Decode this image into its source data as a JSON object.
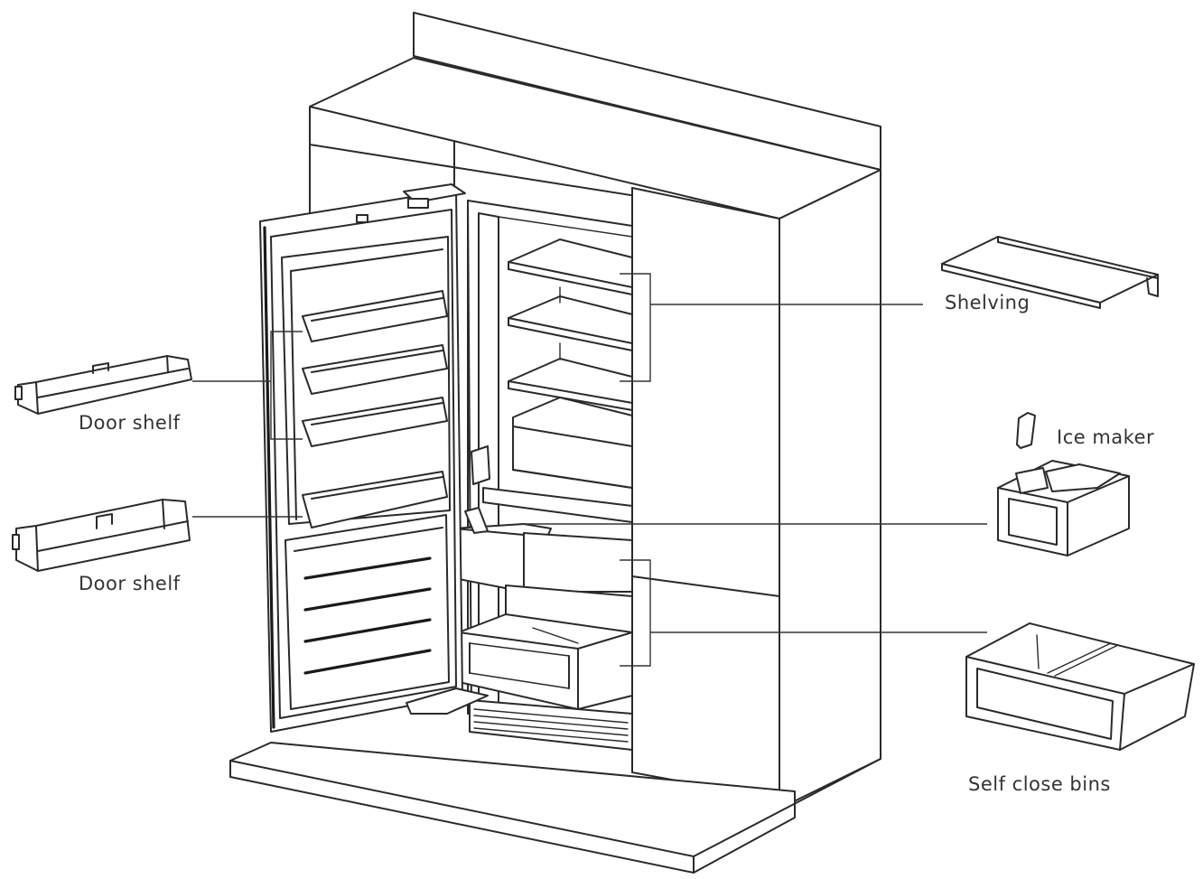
{
  "labels": {
    "door_shelf_upper": "Door shelf",
    "door_shelf_lower": "Door shelf",
    "shelving": "Shelving",
    "ice_maker": "Ice maker",
    "self_close_bins": "Self close bins"
  },
  "colors": {
    "line": "#2a2a2a",
    "background": "#ffffff"
  }
}
